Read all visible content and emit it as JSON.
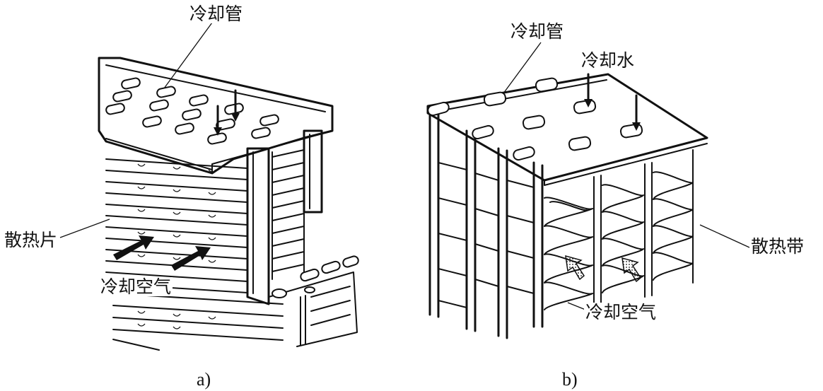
{
  "labels": {
    "a_cooling_tube": "冷却管",
    "a_fins": "散热片",
    "a_cooling_air": "冷却空气",
    "b_cooling_tube": "冷却管",
    "b_cooling_water": "冷却水",
    "b_fin_strip": "散热带",
    "b_cooling_air": "冷却空气"
  },
  "captions": {
    "a": "a)",
    "b": "b)"
  }
}
